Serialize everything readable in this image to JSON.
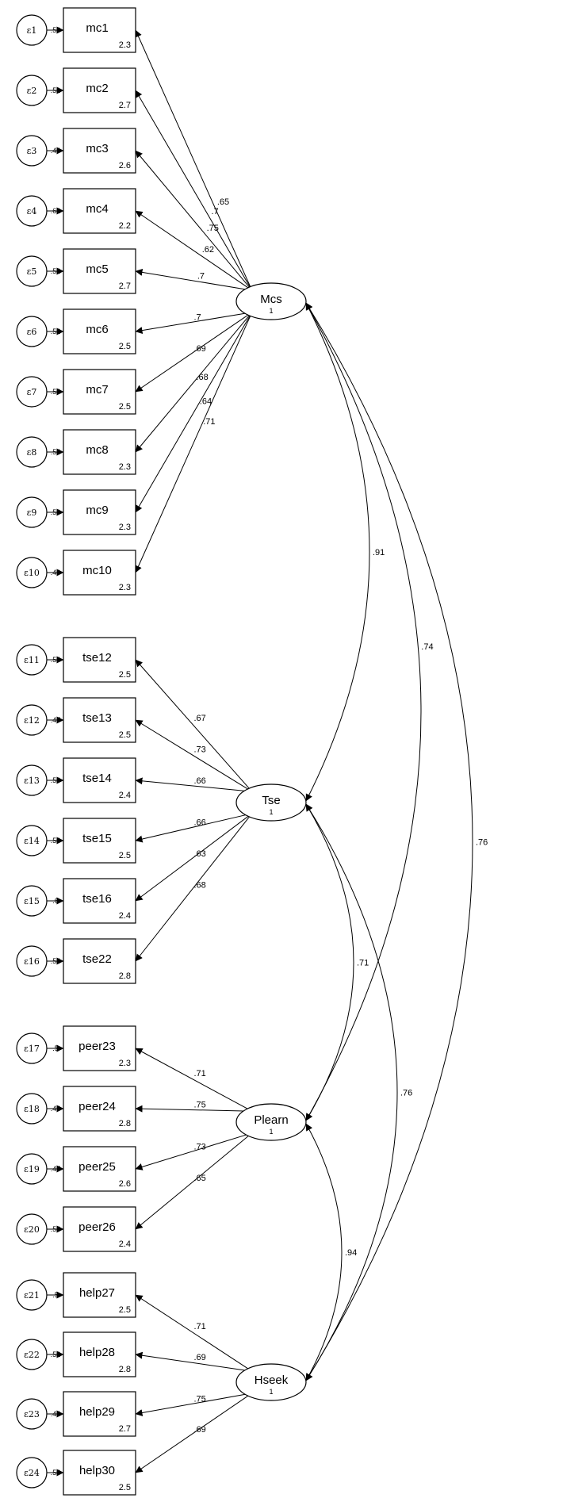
{
  "colors": {
    "stroke": "#000000",
    "background": "#ffffff"
  },
  "latents": [
    {
      "id": "Mcs",
      "label": "Mcs",
      "variance": "1"
    },
    {
      "id": "Tse",
      "label": "Tse",
      "variance": "1"
    },
    {
      "id": "Plearn",
      "label": "Plearn",
      "variance": "1"
    },
    {
      "id": "Hseek",
      "label": "Hseek",
      "variance": "1"
    }
  ],
  "indicators": [
    {
      "label": "mc1",
      "intercept": "2.3",
      "error": "ε1",
      "error_variance": ".58",
      "latent": "Mcs",
      "loading": ".65"
    },
    {
      "label": "mc2",
      "intercept": "2.7",
      "error": "ε2",
      "error_variance": ".51",
      "latent": "Mcs",
      "loading": ".7"
    },
    {
      "label": "mc3",
      "intercept": "2.6",
      "error": "ε3",
      "error_variance": ".44",
      "latent": "Mcs",
      "loading": ".75"
    },
    {
      "label": "mc4",
      "intercept": "2.2",
      "error": "ε4",
      "error_variance": ".62",
      "latent": "Mcs",
      "loading": ".62"
    },
    {
      "label": "mc5",
      "intercept": "2.7",
      "error": "ε5",
      "error_variance": ".52",
      "latent": "Mcs",
      "loading": ".7"
    },
    {
      "label": "mc6",
      "intercept": "2.5",
      "error": "ε6",
      "error_variance": ".52",
      "latent": "Mcs",
      "loading": ".7"
    },
    {
      "label": "mc7",
      "intercept": "2.5",
      "error": "ε7",
      "error_variance": ".53",
      "latent": "Mcs",
      "loading": ".69"
    },
    {
      "label": "mc8",
      "intercept": "2.3",
      "error": "ε8",
      "error_variance": ".54",
      "latent": "Mcs",
      "loading": ".68"
    },
    {
      "label": "mc9",
      "intercept": "2.3",
      "error": "ε9",
      "error_variance": ".59",
      "latent": "Mcs",
      "loading": ".64"
    },
    {
      "label": "mc10",
      "intercept": "2.3",
      "error": "ε10",
      "error_variance": ".49",
      "latent": "Mcs",
      "loading": ".71"
    },
    {
      "label": "tse12",
      "intercept": "2.5",
      "error": "ε11",
      "error_variance": ".54",
      "latent": "Tse",
      "loading": ".67"
    },
    {
      "label": "tse13",
      "intercept": "2.5",
      "error": "ε12",
      "error_variance": ".47",
      "latent": "Tse",
      "loading": ".73"
    },
    {
      "label": "tse14",
      "intercept": "2.4",
      "error": "ε13",
      "error_variance": ".56",
      "latent": "Tse",
      "loading": ".66"
    },
    {
      "label": "tse15",
      "intercept": "2.5",
      "error": "ε14",
      "error_variance": ".56",
      "latent": "Tse",
      "loading": ".66"
    },
    {
      "label": "tse16",
      "intercept": "2.4",
      "error": "ε15",
      "error_variance": ".6",
      "latent": "Tse",
      "loading": ".63"
    },
    {
      "label": "tse22",
      "intercept": "2.8",
      "error": "ε16",
      "error_variance": ".54",
      "latent": "Tse",
      "loading": ".68"
    },
    {
      "label": "peer23",
      "intercept": "2.3",
      "error": "ε17",
      "error_variance": ".5",
      "latent": "Plearn",
      "loading": ".71"
    },
    {
      "label": "peer24",
      "intercept": "2.8",
      "error": "ε18",
      "error_variance": ".43",
      "latent": "Plearn",
      "loading": ".75"
    },
    {
      "label": "peer25",
      "intercept": "2.6",
      "error": "ε19",
      "error_variance": ".47",
      "latent": "Plearn",
      "loading": ".73"
    },
    {
      "label": "peer26",
      "intercept": "2.4",
      "error": "ε20",
      "error_variance": ".58",
      "latent": "Plearn",
      "loading": ".65"
    },
    {
      "label": "help27",
      "intercept": "2.5",
      "error": "ε21",
      "error_variance": ".5",
      "latent": "Hseek",
      "loading": ".71"
    },
    {
      "label": "help28",
      "intercept": "2.8",
      "error": "ε22",
      "error_variance": ".52",
      "latent": "Hseek",
      "loading": ".69"
    },
    {
      "label": "help29",
      "intercept": "2.7",
      "error": "ε23",
      "error_variance": ".44",
      "latent": "Hseek",
      "loading": ".75"
    },
    {
      "label": "help30",
      "intercept": "2.5",
      "error": "ε24",
      "error_variance": ".53",
      "latent": "Hseek",
      "loading": ".69"
    }
  ],
  "covariances": [
    {
      "from": "Mcs",
      "to": "Tse",
      "value": ".91"
    },
    {
      "from": "Mcs",
      "to": "Plearn",
      "value": ".74"
    },
    {
      "from": "Mcs",
      "to": "Hseek",
      "value": ".76"
    },
    {
      "from": "Tse",
      "to": "Plearn",
      "value": ".71"
    },
    {
      "from": "Tse",
      "to": "Hseek",
      "value": ".76"
    },
    {
      "from": "Plearn",
      "to": "Hseek",
      "value": ".94"
    }
  ]
}
